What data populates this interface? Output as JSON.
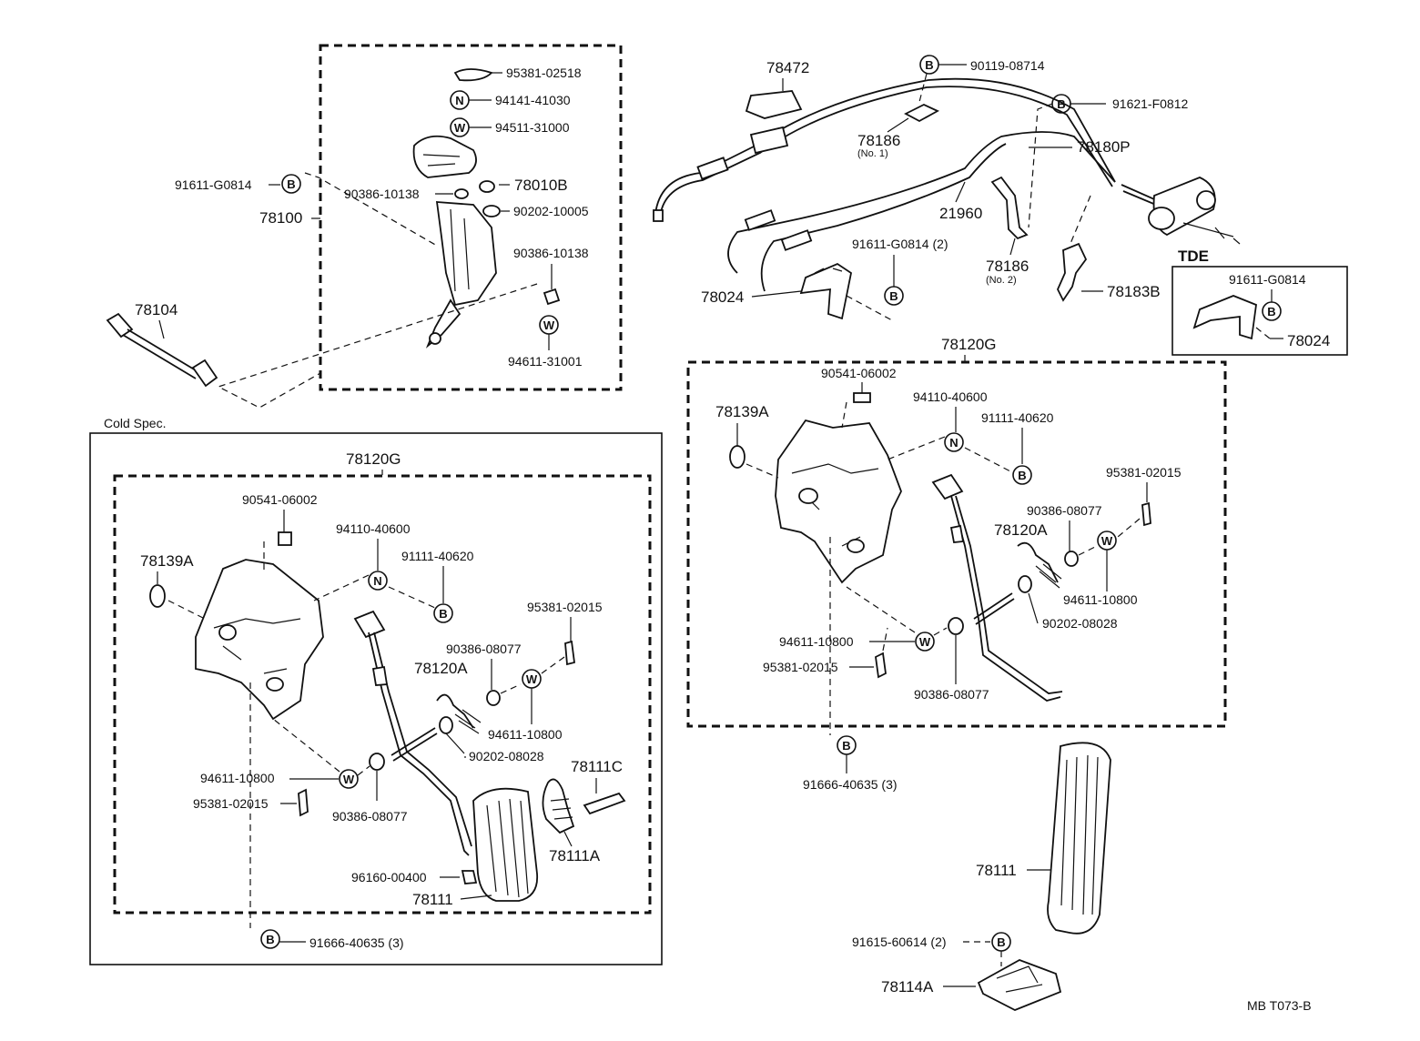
{
  "labels": {
    "p95381_02518": "95381-02518",
    "p94141_41030": "94141-41030",
    "p94511_31000": "94511-31000",
    "p91611_G0814_a": "91611-G0814",
    "p78010B": "78010B",
    "p90386_10138_a": "90386-10138",
    "p90202_10005": "90202-10005",
    "p78100": "78100",
    "p90386_10138_b": "90386-10138",
    "p94611_31001": "94611-31001",
    "p78104": "78104",
    "p78472": "78472",
    "p90119_08714": "90119-08714",
    "p91621_F0812": "91621-F0812",
    "p78186_1": "78186",
    "p78186_1_sub": "(No. 1)",
    "p78180P": "78180P",
    "p21960": "21960",
    "p91611_G0814_2": "91611-G0814 (2)",
    "p78186_2": "78186",
    "p78186_2_sub": "(No. 2)",
    "p78024_a": "78024",
    "p78183B": "78183B",
    "tde": "TDE",
    "p91611_G0814_b": "91611-G0814",
    "p78024_b": "78024",
    "r78120G": "78120G",
    "r90541_06002": "90541-06002",
    "r94110_40600": "94110-40600",
    "r78139A": "78139A",
    "r91111_40620": "91111-40620",
    "r95381_02015_a": "95381-02015",
    "r90386_08077_a": "90386-08077",
    "r78120A": "78120A",
    "r94611_10800_a": "94611-10800",
    "r90202_08028": "90202-08028",
    "r94611_10800_b": "94611-10800",
    "r95381_02015_b": "95381-02015",
    "r90386_08077_b": "90386-08077",
    "r91666_40635": "91666-40635 (3)",
    "r78111": "78111",
    "r91615_60614": "91615-60614 (2)",
    "r78114A": "78114A",
    "cold_spec": "Cold Spec.",
    "l78120G": "78120G",
    "l90541_06002": "90541-06002",
    "l78139A": "78139A",
    "l94110_40600": "94110-40600",
    "l91111_40620": "91111-40620",
    "l95381_02015_a": "95381-02015",
    "l90386_08077_a": "90386-08077",
    "l78120A": "78120A",
    "l94611_10800_a": "94611-10800",
    "l90202_08028": "90202-08028",
    "l78111C": "78111C",
    "l94611_10800_b": "94611-10800",
    "l95381_02015_b": "95381-02015",
    "l90386_08077_b": "90386-08077",
    "l78111A": "78111A",
    "l96160_00400": "96160-00400",
    "l78111": "78111",
    "l91666_40635": "91666-40635 (3)",
    "ref_code": "MB  T073-B"
  },
  "symbols": {
    "bolt": "B",
    "nut": "N",
    "washer": "W"
  }
}
